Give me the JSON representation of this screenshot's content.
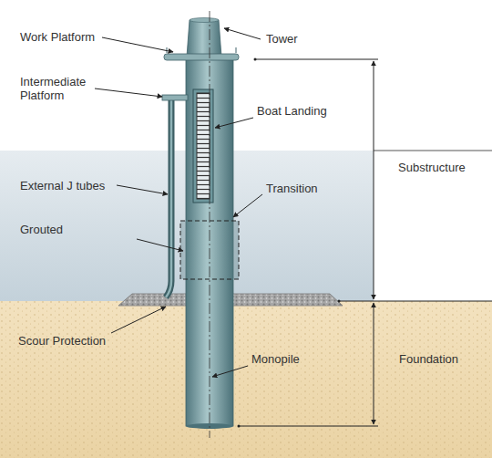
{
  "diagram": {
    "labels": [
      "Work Platform",
      "Tower",
      "Intermediate Platform",
      "Boat Landing",
      "External J tubes",
      "Transition",
      "Substructure",
      "Grouted",
      "Scour Protection",
      "Monopile",
      "Foundation"
    ]
  }
}
